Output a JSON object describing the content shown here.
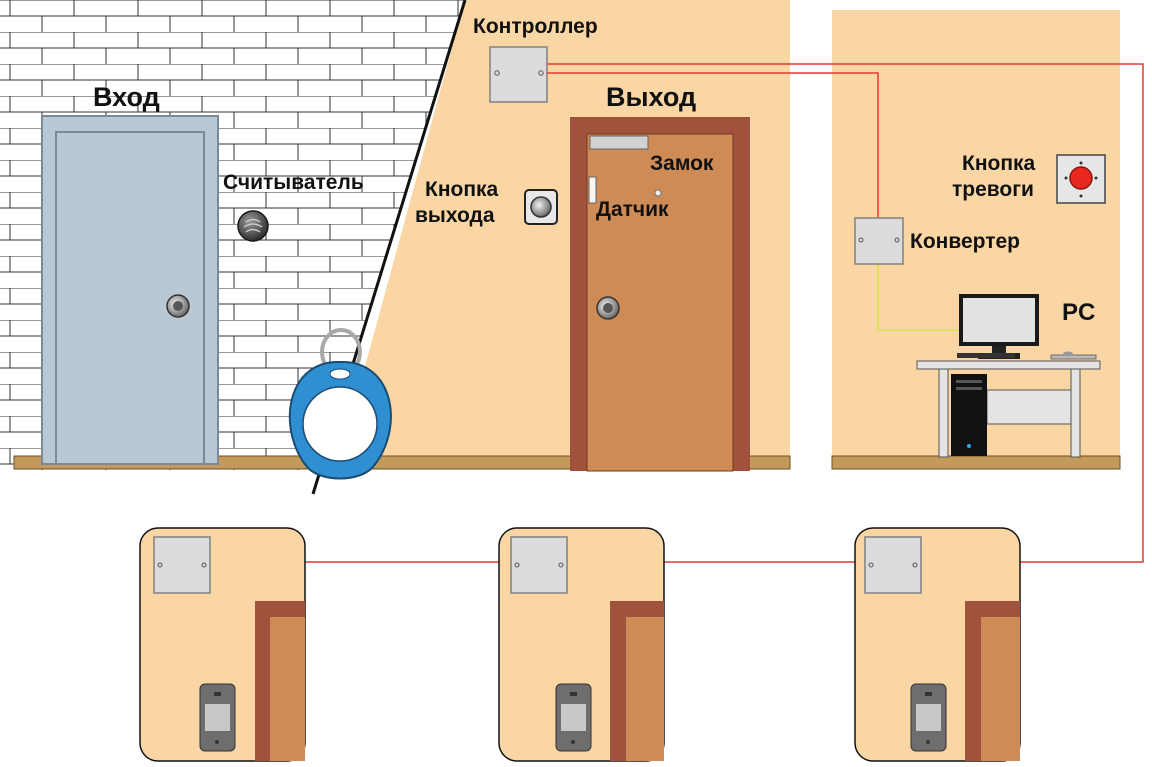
{
  "labels": {
    "entrance": "Вход",
    "exit": "Выход",
    "controller": "Контроллер",
    "reader": "Считыватель",
    "exit_button_line1": "Кнопка",
    "exit_button_line2": "выхода",
    "lock": "Замок",
    "sensor": "Датчик",
    "alarm_button_line1": "Кнопка",
    "alarm_button_line2": "тревоги",
    "converter": "Конвертер",
    "pc": "PC"
  },
  "colors": {
    "wall": "#fad6a5",
    "door_frame": "#a0523d",
    "door_wood": "#cf8b55",
    "entrance_door": "#b8c8d5",
    "floor": "#c49a5a",
    "wire_red": "#e53935",
    "wire_yellow": "#d4e04b",
    "tag_blue": "#2f8fd0",
    "alarm_red": "#e8281e"
  },
  "icons": {
    "controller": "junction-box-icon",
    "reader": "proximity-reader-icon",
    "exit_button": "push-button-icon",
    "alarm_button": "alarm-button-icon",
    "converter": "junction-box-icon",
    "pc": "desktop-computer-icon",
    "key_fob": "rfid-keyfob-icon"
  }
}
